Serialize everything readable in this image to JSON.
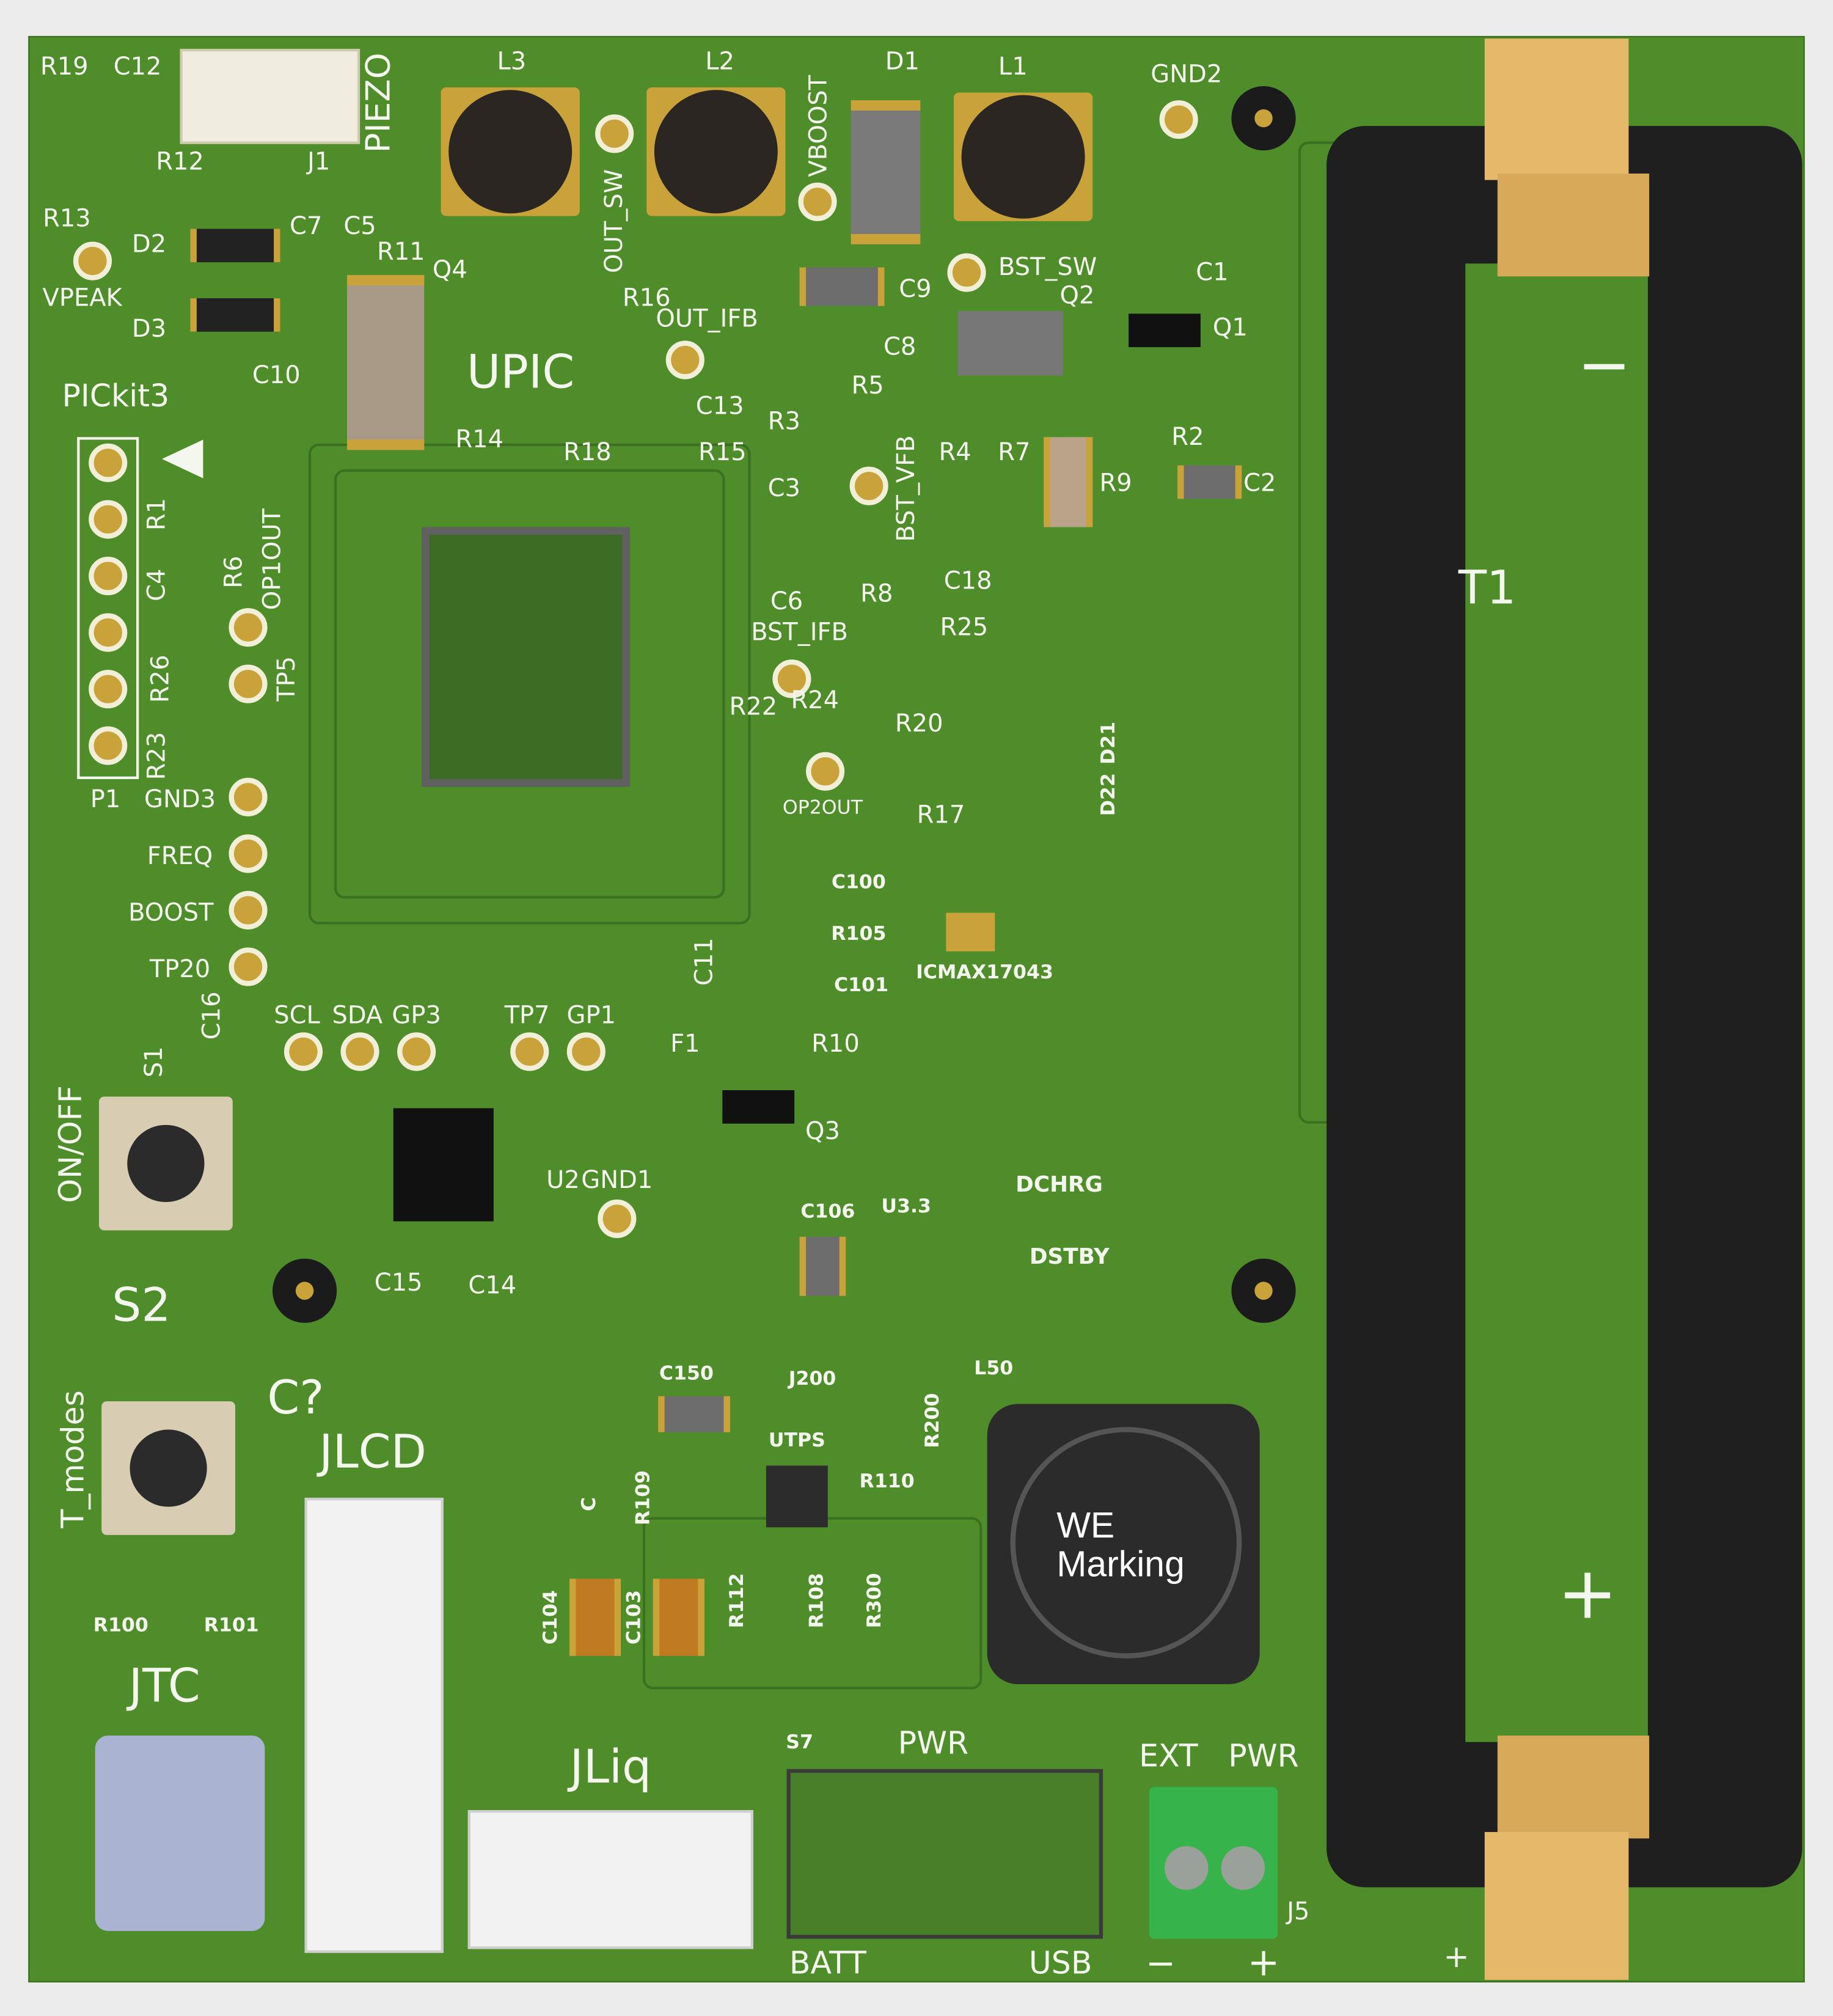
{
  "silkscreen": {
    "R19": "R19",
    "C12": "C12",
    "PIEZO": "PIEZO",
    "L3": "L3",
    "L2": "L2",
    "VBOOST": "VBOOST",
    "D1": "D1",
    "L1": "L1",
    "GND2": "GND2",
    "R12": "R12",
    "J1": "J1",
    "R13": "R13",
    "C7": "C7",
    "C5": "C5",
    "R11": "R11",
    "D2": "D2",
    "Q4": "Q4",
    "OUT_SW": "OUT_SW",
    "VPEAK": "VPEAK",
    "D3": "D3",
    "R16": "R16",
    "OUT_IFB": "OUT_IFB",
    "C9": "C9",
    "BST_SW": "BST_SW",
    "C1": "C1",
    "Q2": "Q2",
    "C8": "C8",
    "Q1": "Q1",
    "C10": "C10",
    "UPIC": "UPIC",
    "PICkit3": "PICkit3",
    "R5": "R5",
    "C13": "C13",
    "R3": "R3",
    "R2": "R2",
    "C2": "C2",
    "R14": "R14",
    "R18": "R18",
    "R15": "R15",
    "R4": "R4",
    "R7": "R7",
    "R9": "R9",
    "C3": "C3",
    "BST_VFB": "BST_VFB",
    "R1": "R1",
    "C4": "C4",
    "R6": "R6",
    "OP1OUT": "OP1OUT",
    "C18": "C18",
    "C6": "C6",
    "R8": "R8",
    "T1": "T1",
    "R25": "R25",
    "BST_IFB": "BST_IFB",
    "R26": "R26",
    "TP5": "TP5",
    "R22": "R22",
    "R24": "R24",
    "R20": "R20",
    "R23": "R23",
    "OP2OUT": "OP2OUT",
    "R17": "R17",
    "D21": "D21",
    "D22": "D22",
    "P1": "P1",
    "GND3": "GND3",
    "FREQ": "FREQ",
    "C100": "C100",
    "BOOST": "BOOST",
    "R105": "R105",
    "C11": "C11",
    "TP20": "TP20",
    "C101": "C101",
    "ICMAX17043": "ICMAX17043",
    "SCL": "SCL",
    "SDA": "SDA",
    "GP3": "GP3",
    "TP7": "TP7",
    "GP1": "GP1",
    "C16": "C16",
    "S1": "S1",
    "F1": "F1",
    "R10": "R10",
    "ONOFF": "ON/OFF",
    "Q3": "Q3",
    "U2": "U2",
    "GND1": "GND1",
    "DCHRG": "DCHRG",
    "C106": "C106",
    "U3_3": "U3.3",
    "DSTBY": "DSTBY",
    "C15": "C15",
    "C14": "C14",
    "S2": "S2",
    "L50": "L50",
    "C150": "C150",
    "J200": "J200",
    "R200": "R200",
    "Cq": "C?",
    "T_modes": "T_modes",
    "JLCD": "JLCD",
    "UTPS": "UTPS",
    "R109": "R109",
    "R110": "R110",
    "C": "C",
    "R100": "R100",
    "R101": "R101",
    "C104": "C104",
    "C103": "C103",
    "R112": "R112",
    "R108": "R108",
    "R300": "R300",
    "JTC": "JTC",
    "JLiq": "JLiq",
    "S7": "S7",
    "PWR_switch": "PWR",
    "EXT": "EXT",
    "PWR_ext": "PWR",
    "J5": "J5",
    "BATT": "BATT",
    "USB": "USB",
    "minus": "−",
    "plus": "+",
    "bat_minus": "−",
    "bat_plus": "+",
    "board_plus": "+"
  },
  "inductor_marking": {
    "line1": "WE",
    "line2": "Marking"
  },
  "colors": {
    "board": "#4f8d2b",
    "silkscreen": "#f4f7ee",
    "copper": "#c9a33a",
    "holder": "#1f1f1f"
  }
}
